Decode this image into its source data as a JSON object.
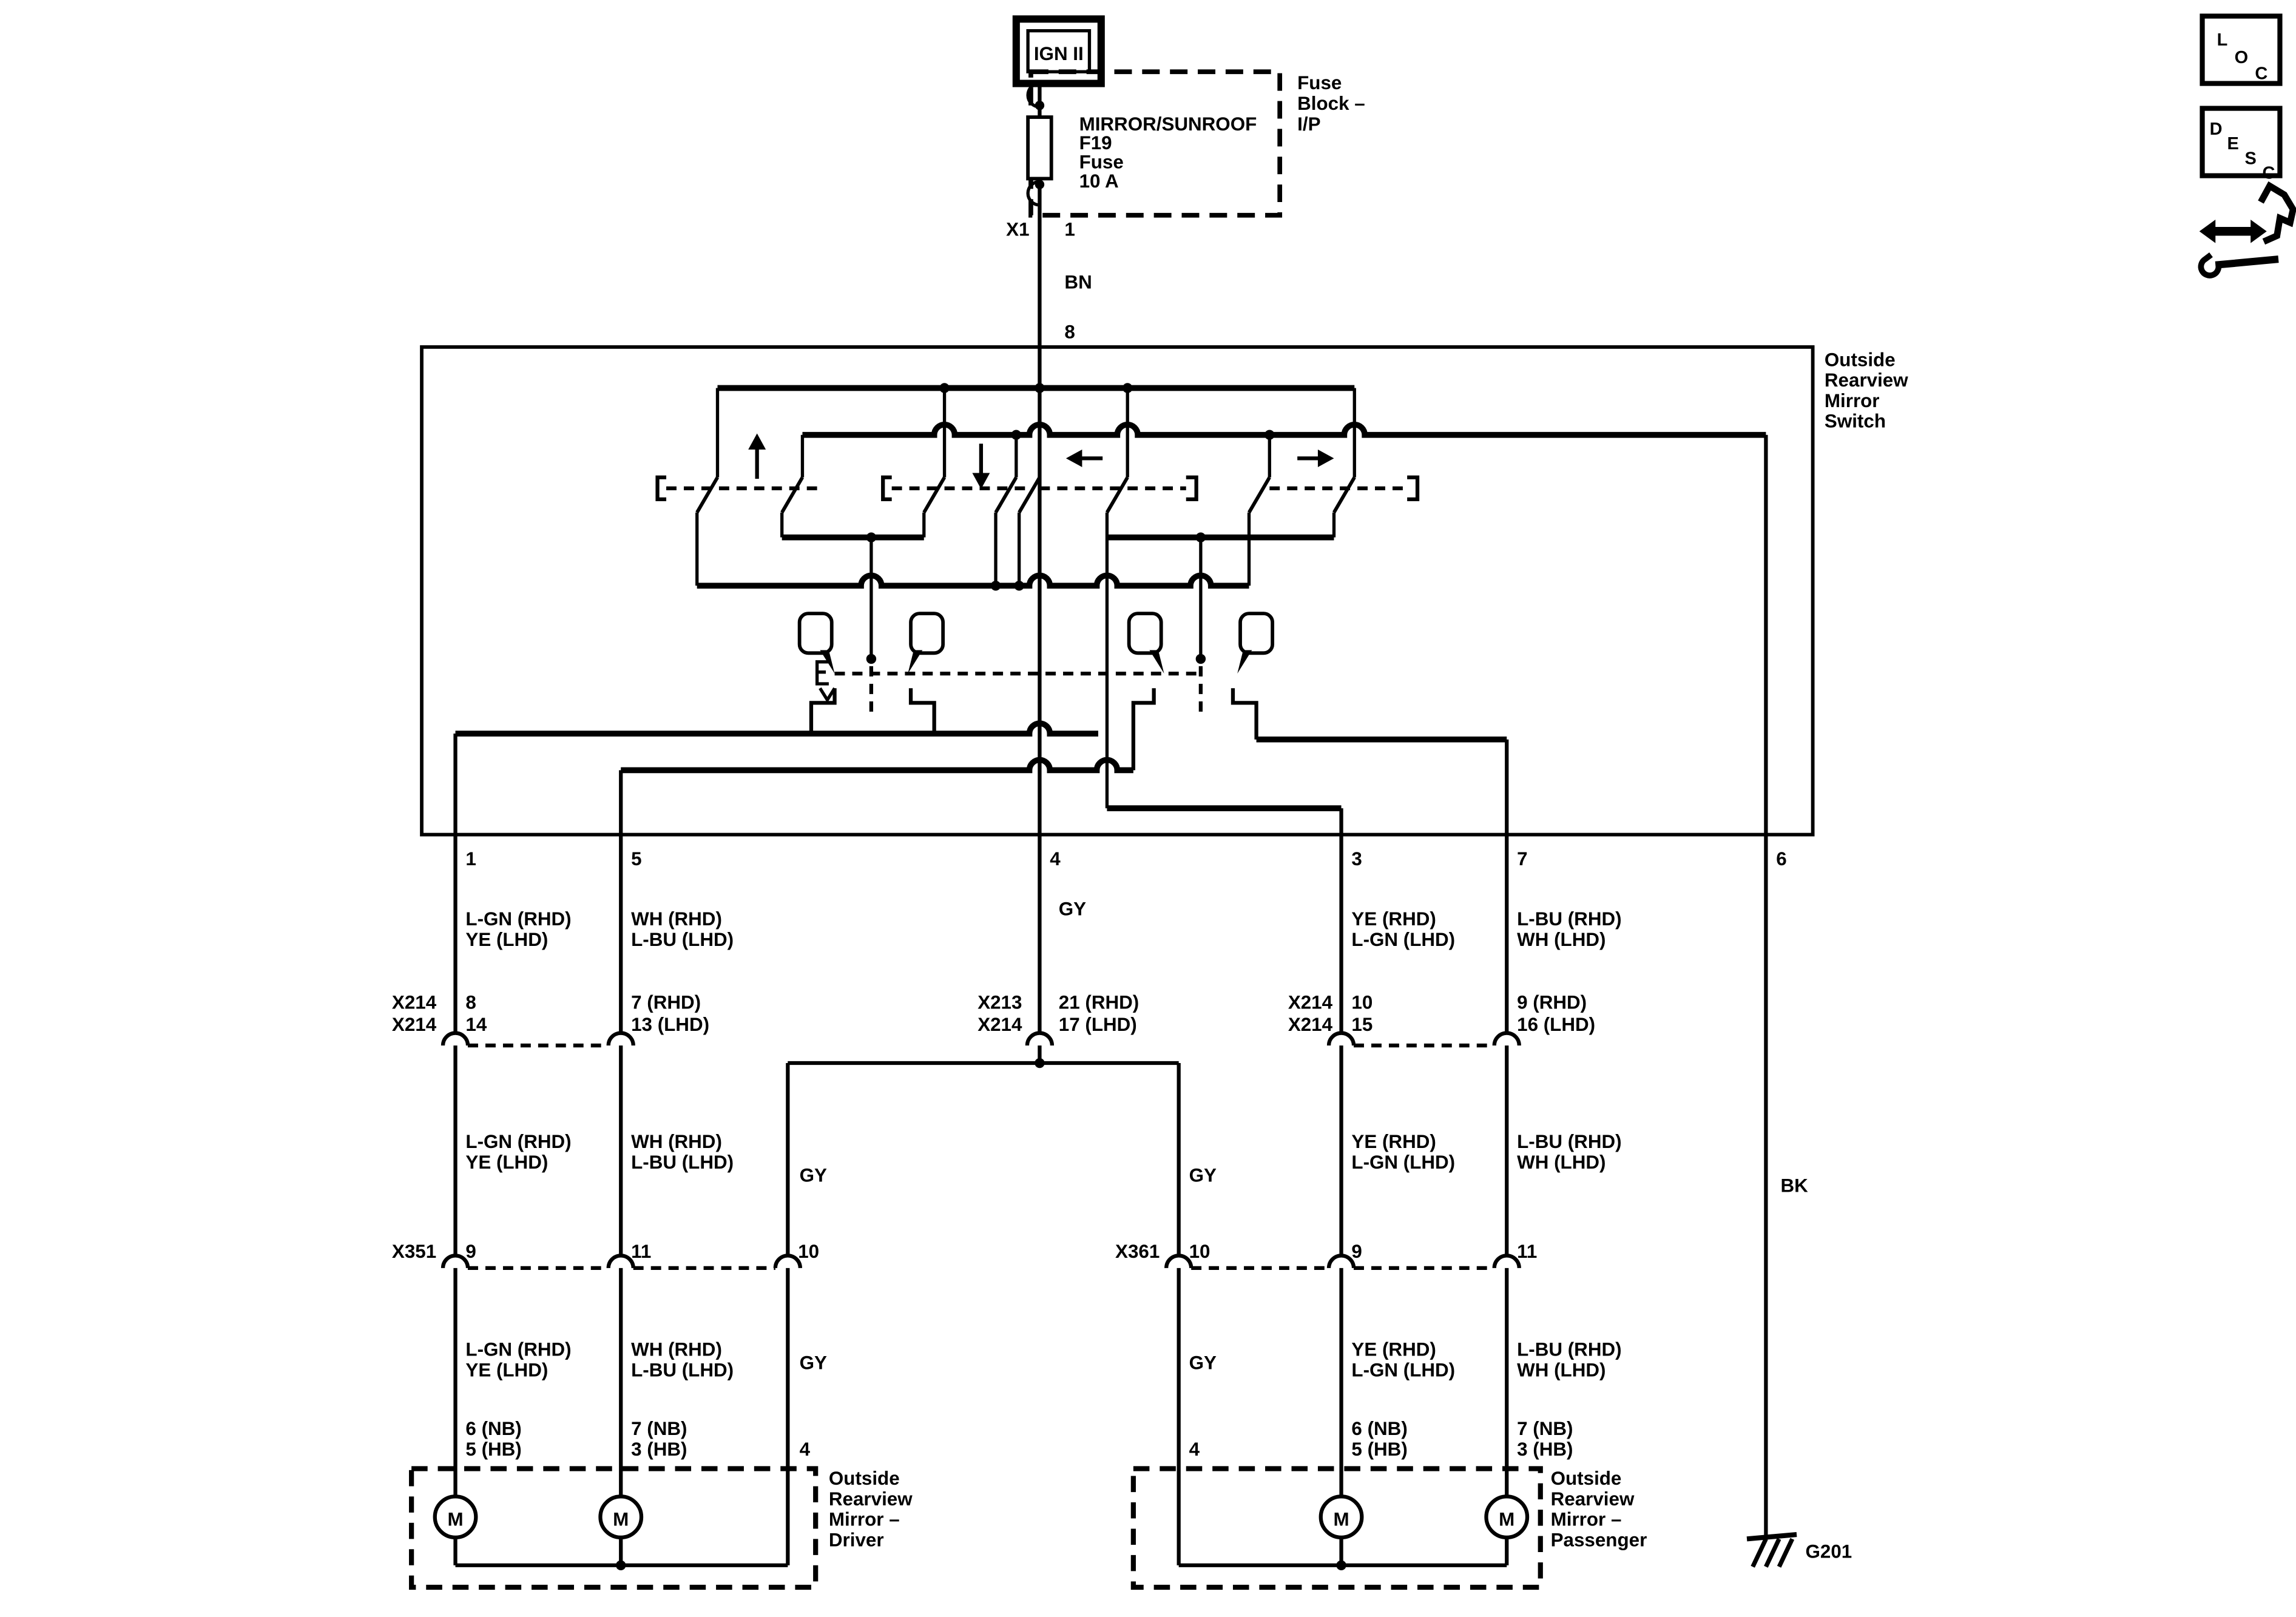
{
  "power": {
    "ign": "IGN II",
    "fuse_block_name": [
      "Fuse",
      "Block –",
      "I/P"
    ],
    "fuse_lines": [
      "MIRROR/SUNROOF",
      "F19",
      "Fuse",
      "10 A"
    ],
    "connector": "X1",
    "connector_pin": "1",
    "wire_color": "BN",
    "switch_pin_in": "8"
  },
  "switch": {
    "name": [
      "Outside",
      "Rearview",
      "Mirror",
      "Switch"
    ],
    "pins": {
      "p1": "1",
      "p5": "5",
      "p4": "4",
      "p3": "3",
      "p7": "7",
      "p6": "6"
    }
  },
  "colors": {
    "c1": [
      "L-GN (RHD)",
      "YE (LHD)"
    ],
    "c2": [
      "WH (RHD)",
      "L-BU (LHD)"
    ],
    "c3": [
      "YE (RHD)",
      "L-GN (LHD)"
    ],
    "c4": [
      "L-BU (RHD)",
      "WH (LHD)"
    ],
    "gy": "GY",
    "bk": "BK"
  },
  "connectors": {
    "x214_left": {
      "name": [
        "X214",
        "X214"
      ],
      "pins_a": [
        "8",
        "14"
      ],
      "pins_b": [
        "7 (RHD)",
        "13 (LHD)"
      ]
    },
    "x213_mid": {
      "name": [
        "X213",
        "X214"
      ],
      "pins_a": [
        "21 (RHD)",
        "17 (LHD)"
      ]
    },
    "x214_right": {
      "name": [
        "X214",
        "X214"
      ],
      "pins_a": [
        "10",
        "15"
      ],
      "pins_b": [
        "9 (RHD)",
        "16 (LHD)"
      ]
    },
    "x351": {
      "name": "X351",
      "pin_a": "9",
      "pin_b": "11",
      "pin_c": "10"
    },
    "x361": {
      "name": "X361",
      "pin_a": "10",
      "pin_b": "9",
      "pin_c": "11"
    }
  },
  "mirrors": {
    "motor_symbol": "M",
    "driver": {
      "name": [
        "Outside",
        "Rearview",
        "Mirror –",
        "Driver"
      ],
      "pins_a": [
        "6 (NB)",
        "5 (HB)"
      ],
      "pins_b": [
        "7 (NB)",
        "3 (HB)"
      ],
      "gy_pin": "4"
    },
    "passenger": {
      "name": [
        "Outside",
        "Rearview",
        "Mirror –",
        "Passenger"
      ],
      "pins_a": [
        "6 (NB)",
        "5 (HB)"
      ],
      "pins_b": [
        "7 (NB)",
        "3 (HB)"
      ],
      "gy_pin": "4"
    }
  },
  "ground": {
    "label": "G201"
  },
  "nav": {
    "loc": [
      "L",
      "O",
      "C"
    ],
    "desc": [
      "D",
      "E",
      "S",
      "C"
    ]
  },
  "ink": "#000000",
  "paper": "#ffffff"
}
